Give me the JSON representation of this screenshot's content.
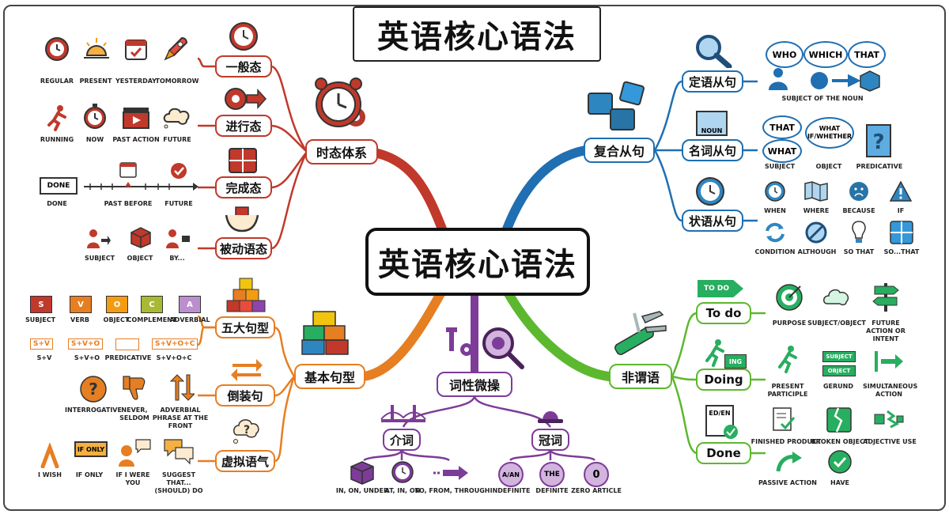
{
  "title": "英语核心语法",
  "center": "英语核心语法",
  "branches": {
    "tense": {
      "label": "时态体系",
      "color": "#c0392b",
      "nodes": [
        {
          "label": "一般态",
          "items": [
            "REGULAR",
            "PRESENT",
            "YESTERDAY",
            "TOMORROW"
          ]
        },
        {
          "label": "进行态",
          "items": [
            "RUNNING",
            "NOW",
            "PAST ACTION",
            "FUTURE"
          ]
        },
        {
          "label": "完成态",
          "items": [
            "DONE",
            "PAST BEFORE",
            "FUTURE"
          ],
          "sign": "DONE"
        },
        {
          "label": "被动语态",
          "items": [
            "SUBJECT",
            "OBJECT",
            "BY..."
          ]
        }
      ]
    },
    "clause": {
      "label": "复合从句",
      "color": "#1f6fb2",
      "nodes": [
        {
          "label": "定语从句",
          "bubbles": [
            "WHO",
            "WHICH",
            "THAT"
          ],
          "caption": "SUBJECT OF THE NOUN"
        },
        {
          "label": "名词从句",
          "bubbles": [
            "THAT",
            "WHAT",
            "WHAT IF/WHETHER"
          ],
          "items": [
            "SUBJECT",
            "OBJECT",
            "PREDICATIVE"
          ],
          "box": "NOUN"
        },
        {
          "label": "状语从句",
          "items": [
            "WHEN",
            "WHERE",
            "BECAUSE",
            "IF",
            "CONDITION",
            "ALTHOUGH",
            "SO THAT",
            "SO...THAT"
          ]
        }
      ]
    },
    "sentence": {
      "label": "基本句型",
      "color": "#e67e22",
      "nodes": [
        {
          "label": "五大句型",
          "items": [
            "SUBJECT",
            "VERB",
            "OBJECT",
            "COMPLEMENT",
            "ADVERBIAL"
          ],
          "blocks": [
            "S",
            "V",
            "O",
            "C",
            "A"
          ],
          "patterns": [
            "S+V",
            "S+V+O",
            "PREDICATIVE",
            "S+V+O+C"
          ]
        },
        {
          "label": "倒装句",
          "items": [
            "INTERROGATIVE",
            "NEVER, SELDOM",
            "ADVERBIAL PHRASE AT THE FRONT"
          ]
        },
        {
          "label": "虚拟语气",
          "items": [
            "I WISH",
            "IF ONLY",
            "IF I WERE YOU",
            "SUGGEST THAT... (SHOULD) DO"
          ],
          "sign": "IF ONLY"
        }
      ]
    },
    "pos": {
      "label": "词性微操",
      "color": "#7d3c98",
      "nodes": [
        {
          "label": "介词",
          "items": [
            "IN, ON, UNDER",
            "AT, IN, ON",
            "TO, FROM, THROUGH"
          ]
        },
        {
          "label": "冠词",
          "items": [
            "INDEFINITE",
            "DEFINITE",
            "ZERO ARTICLE"
          ],
          "circles": [
            "A/AN",
            "THE",
            "0"
          ]
        }
      ]
    },
    "nonfinite": {
      "label": "非谓语",
      "color": "#5cb82e",
      "nodes": [
        {
          "label": "To do",
          "items": [
            "PURPOSE",
            "SUBJECT/OBJECT",
            "FUTURE ACTION OR INTENT"
          ],
          "sign": "TO DO"
        },
        {
          "label": "Doing",
          "items": [
            "PRESENT PARTICIPLE",
            "GERUND",
            "SIMULTANEOUS ACTION"
          ],
          "tag": "ING",
          "chips": [
            "SUBJECT",
            "OBJECT"
          ]
        },
        {
          "label": "Done",
          "items": [
            "FINISHED PRODUCT",
            "BROKEN OBJECT",
            "ADJECTIVE USE",
            "PASSIVE ACTION",
            "HAVE"
          ],
          "doc": "ED/EN"
        }
      ]
    }
  }
}
